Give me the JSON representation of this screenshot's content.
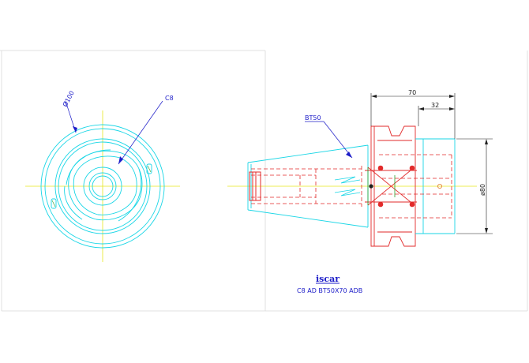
{
  "colors": {
    "background": "#ffffff",
    "frame": "#d8d8d8",
    "cyan": "#19d6e6",
    "red": "#e22a2a",
    "centerline": "#e6e61e",
    "annotation": "#1c1cc8",
    "dimension": "#202020",
    "green": "#2aa02a"
  },
  "views": {
    "front_view": {
      "diameter_label": "Ø100",
      "insert_label": "C8"
    },
    "side_view": {
      "taper_label": "BT50",
      "dim_overall": "70",
      "dim_flange": "32",
      "dim_diameter": "ø80"
    }
  },
  "title_block": {
    "logo_text": "iscar",
    "part_designation": "C8  AD  BT50X70  ADB"
  }
}
